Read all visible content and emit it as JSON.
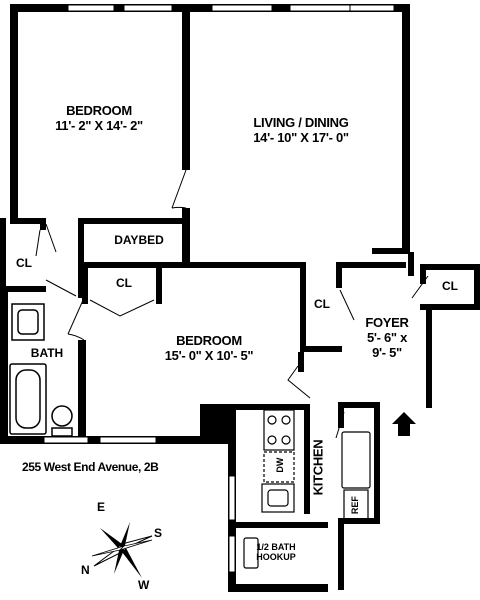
{
  "address": "255 West End Avenue, 2B",
  "rooms": {
    "bedroom_1": {
      "name": "BEDROOM",
      "dims": "11'- 2\" X 14'- 2\""
    },
    "living": {
      "name": "LIVING / DINING",
      "dims": "14'- 10\" X 17'- 0\""
    },
    "daybed": {
      "name": "DAYBED"
    },
    "bedroom_2": {
      "name": "BEDROOM",
      "dims": "15'- 0\" X 10'- 5\""
    },
    "foyer": {
      "name": "FOYER",
      "dims_1": "5'- 6\" x",
      "dims_2": "9'- 5\""
    },
    "bath": {
      "name": "BATH"
    },
    "kitchen": {
      "name": "KITCHEN"
    },
    "half_bath": {
      "line1": "1/2 BATH",
      "line2": "HOOKUP"
    }
  },
  "closets": {
    "label": "CL"
  },
  "appliances": {
    "dishwasher": "DW",
    "refrigerator": "REF"
  },
  "compass": {
    "n": "N",
    "e": "E",
    "s": "S",
    "w": "W"
  },
  "colors": {
    "wall": "#000000",
    "background": "#ffffff",
    "window": "#ffffff"
  }
}
